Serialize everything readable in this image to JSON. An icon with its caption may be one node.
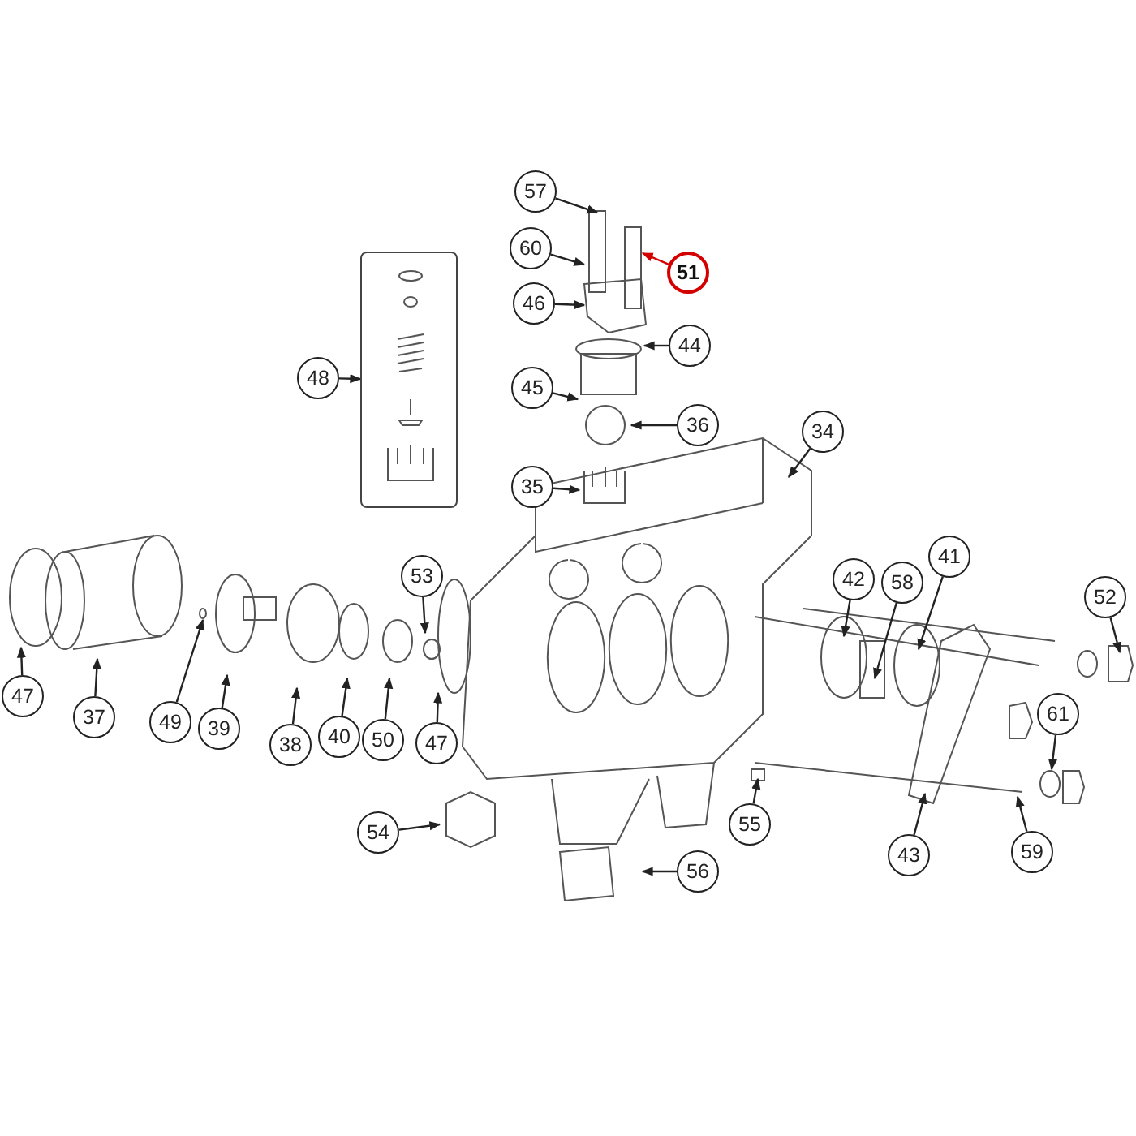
{
  "diagram": {
    "nodes": [
      {
        "text": [
          "57"
        ]
      },
      {
        "text": [
          "60"
        ]
      },
      {
        "text": [
          "51"
        ]
      },
      {
        "text": [
          "46"
        ]
      },
      {
        "text": [
          "44"
        ]
      },
      {
        "text": [
          "48"
        ]
      },
      {
        "text": [],
        "shape": "box"
      },
      {
        "text": [
          "45"
        ]
      },
      {
        "text": [
          "36"
        ]
      },
      {
        "text": [
          "34"
        ]
      },
      {
        "text": [
          "35"
        ]
      },
      {
        "text": [
          "41"
        ]
      },
      {
        "text": [
          "53"
        ]
      },
      {
        "text": [
          "42"
        ]
      },
      {
        "text": [
          "58"
        ]
      },
      {
        "text": [
          "52"
        ]
      },
      {
        "text": [
          "47"
        ]
      },
      {
        "text": [
          "37"
        ]
      },
      {
        "text": [
          "49"
        ]
      },
      {
        "text": [
          "39"
        ]
      },
      {
        "text": [
          "38"
        ]
      },
      {
        "text": [
          "40"
        ]
      },
      {
        "text": [
          "50"
        ]
      },
      {
        "text": [
          "47"
        ]
      },
      {
        "text": [
          "61"
        ]
      },
      {
        "text": [
          "55"
        ]
      },
      {
        "text": [
          "59"
        ]
      },
      {
        "text": [
          "54"
        ]
      },
      {
        "text": [
          "43"
        ]
      },
      {
        "text": [
          "56"
        ]
      }
    ],
    "edges": [
      {
        "from": 0,
        "to": null,
        "arrow": "to"
      },
      {
        "from": 1,
        "to": null,
        "arrow": "to"
      },
      {
        "from": 2,
        "to": null,
        "arrow": "to",
        "color": "#d40000"
      },
      {
        "from": 3,
        "to": null,
        "arrow": "to"
      },
      {
        "from": 4,
        "to": null,
        "arrow": "to"
      },
      {
        "from": 5,
        "to": 6,
        "arrow": "to"
      },
      {
        "from": 7,
        "to": null,
        "arrow": "to"
      },
      {
        "from": 8,
        "to": null,
        "arrow": "to"
      },
      {
        "from": 9,
        "to": null,
        "arrow": "to"
      },
      {
        "from": 10,
        "to": null,
        "arrow": "to"
      },
      {
        "from": 11,
        "to": null,
        "arrow": "to"
      },
      {
        "from": 12,
        "to": null,
        "arrow": "to"
      },
      {
        "from": 13,
        "to": null,
        "arrow": "to"
      },
      {
        "from": 14,
        "to": null,
        "arrow": "to"
      },
      {
        "from": 15,
        "to": null,
        "arrow": "to"
      },
      {
        "from": 16,
        "to": null,
        "arrow": "to"
      },
      {
        "from": 17,
        "to": null,
        "arrow": "to"
      },
      {
        "from": 18,
        "to": null,
        "arrow": "to"
      },
      {
        "from": 19,
        "to": null,
        "arrow": "to"
      },
      {
        "from": 20,
        "to": null,
        "arrow": "to"
      },
      {
        "from": 21,
        "to": null,
        "arrow": "to"
      },
      {
        "from": 22,
        "to": null,
        "arrow": "to"
      },
      {
        "from": 23,
        "to": null,
        "arrow": "to"
      },
      {
        "from": 24,
        "to": null,
        "arrow": "to"
      },
      {
        "from": 25,
        "to": null,
        "arrow": "to"
      },
      {
        "from": 26,
        "to": null,
        "arrow": "to"
      },
      {
        "from": 27,
        "to": null,
        "arrow": "to"
      },
      {
        "from": 28,
        "to": null,
        "arrow": "to"
      },
      {
        "from": 29,
        "to": null,
        "arrow": "to"
      }
    ]
  }
}
